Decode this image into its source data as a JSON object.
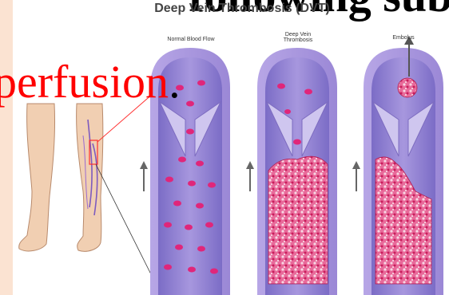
{
  "slide": {
    "heading_fragment": "following subtype",
    "red_text": "perfusion",
    "red_text_trailing": "."
  },
  "figure": {
    "title": "Deep Vein Thrombosis (DVT)",
    "panels": [
      {
        "label": "Normal Blood Flow"
      },
      {
        "label_line1": "Deep Vein",
        "label_line2": "Thrombosis"
      },
      {
        "label": "Embolus"
      }
    ]
  },
  "colors": {
    "vessel_wall": "#a08ad8",
    "vessel_lumen": "#8c7ad0",
    "blood_cell": "#e0267a",
    "clot": "#e8508a",
    "heading_red": "#ff0000",
    "accent_bar": "#fbe3d2"
  },
  "icons": [
    "up-arrow-icon",
    "leg-illustration"
  ]
}
